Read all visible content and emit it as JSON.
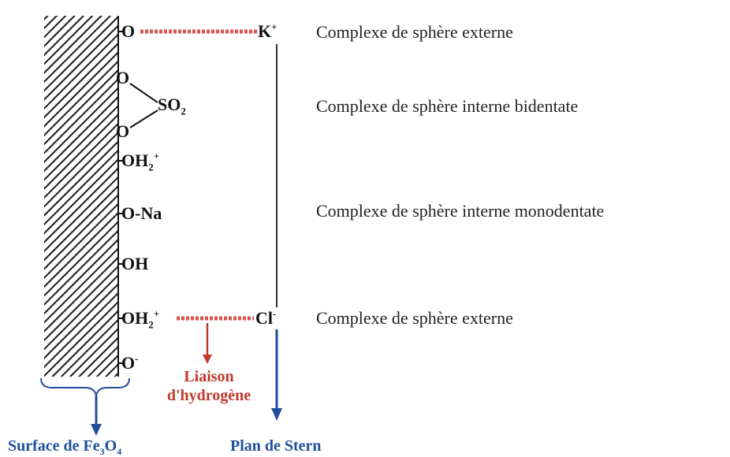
{
  "colors": {
    "hatch": "#1a1a1a",
    "bond_dotted": "#d9534f",
    "arrow_red": "#c0392b",
    "arrow_blue": "#1f4e9c",
    "line": "#333333",
    "text": "#111111"
  },
  "surface_groups": {
    "o_k": "O",
    "o_top": "O",
    "so2": "SO",
    "so2_sub": "2",
    "o_bottom": "O",
    "oh2_a": "OH",
    "oh2_a_sub": "2",
    "oh2_a_sup": "+",
    "o_na": "O-Na",
    "oh": "OH",
    "oh2_b": "OH",
    "oh2_b_sub": "2",
    "oh2_b_sup": "+",
    "o_minus": "O",
    "o_minus_sup": "-"
  },
  "ions": {
    "k": "K",
    "k_sup": "+",
    "cl": "Cl",
    "cl_sup": "-"
  },
  "descriptions": {
    "outer_1": "Complexe de sphère externe",
    "inner_bidentate": "Complexe de sphère interne bidentate",
    "inner_monodentate": "Complexe de sphère interne monodentate",
    "outer_2": "Complexe de sphère externe"
  },
  "labels": {
    "hydrogen_bond_line1": "Liaison",
    "hydrogen_bond_line2": "d'hydrogène",
    "surface": "Surface de Fe",
    "surface_sub1": "3",
    "surface_mid": "O",
    "surface_sub2": "4",
    "stern": "Plan de Stern"
  }
}
